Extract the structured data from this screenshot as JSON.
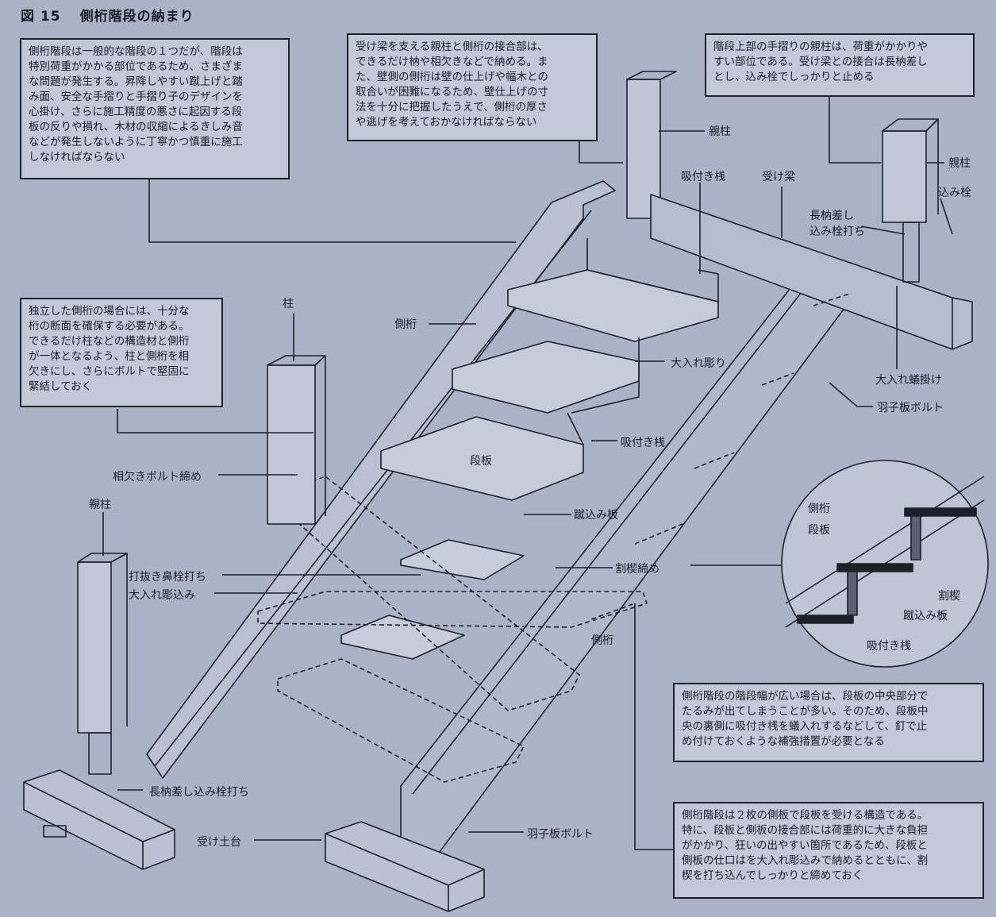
{
  "figure": {
    "number": "図 15",
    "title": "側桁階段の納まり"
  },
  "notes": [
    {
      "id": "general",
      "text": "側桁階段は一般的な階段の１つだが、階段は\n特別荷重がかかる部位であるため、さまざま\nな問題が発生する。昇降しやすい蹴上げと踏\nみ面、安全な手摺りと手摺り子のデザインを\n心掛け、さらに施工精度の悪さに起因する段\n板の反りや損れ、木材の収縮によるきしみ音\nなどが発生しないように丁寧かつ慎重に施工\nしなければならない"
    },
    {
      "id": "newel-joint",
      "text": "受け梁を支える親柱と側桁の接合部は、\nできるだけ枘や相欠きなどで納める。ま\nた、壁側の側桁は壁の仕上げや幅木との\n取合いが困難になるため、壁仕上げの寸\n法を十分に把握したうえで、側桁の厚さ\nや逃げを考えておかなければならない"
    },
    {
      "id": "top-newel",
      "text": "階段上部の手摺りの親柱は、荷重がかかりや\nすい部位である。受け梁との接合は長枘差し\nとし、込み栓でしっかりと止める"
    },
    {
      "id": "independent-stringer",
      "text": "独立した側桁の場合には、十分な\n桁の断面を確保する必要がある。\nできるだけ柱などの構造材と側桁\nが一体となるよう、柱と側桁を相\n欠きにし、さらにボルトで堅固に\n緊結しておく"
    },
    {
      "id": "wide-stair",
      "text": "側桁階段の階段幅が広い場合は、段板の中央部分で\nたるみが出てしまうことが多い。そのため、段板中\n央の裏側に吸付き桟を蟻入れするなどして、釘で止\nめ付けておくような補強措置が必要となる"
    },
    {
      "id": "structure",
      "text": "側桁階段は２枚の側板で段板を受ける構造である。\n特に、段板と側板の接合部には荷重的に大きな負担\nがかかり、狂いの出やすい箇所であるため、段板と\n側板の仕口はを大入れ彫込みで納めるとともに、割\n楔を打ち込んでしっかりと締めておく"
    }
  ],
  "labels": {
    "oyabashira_top": "親柱",
    "suitsuki_top": "吸付き桟",
    "ukebari": "受け梁",
    "oyabashira_right": "親柱",
    "komisen": "込み栓",
    "naga_hozo_top": "長枘差し\n込み栓打ち",
    "sokugeta_upper": "側桁",
    "hashira": "柱",
    "oire_hori": "大入れ彫り",
    "oire_arigake": "大入れ蟻掛け",
    "hagoita_bolt_right": "羽子板ボルト",
    "suitsuki_mid": "吸付き桟",
    "danita": "段板",
    "aikaki_bolt": "相欠きボルト締め",
    "kekomi": "蹴込み板",
    "oyabashira_bottom": "親柱",
    "uchinuki": "打抜き鼻栓打ち",
    "oire_horikomi": "大入れ彫込み",
    "warikusabi": "割楔締め",
    "sokugeta_lower": "側桁",
    "naga_hozo_bottom": "長枘差し込み栓打ち",
    "uke_dodai": "受け土台",
    "hagoita_bolt_bottom": "羽子板ボルト",
    "detail_sokugeta": "側桁",
    "detail_danita": "段板",
    "detail_warikusabi": "割楔",
    "detail_kekomi": "蹴込み板",
    "detail_suitsuki": "吸付き桟"
  }
}
